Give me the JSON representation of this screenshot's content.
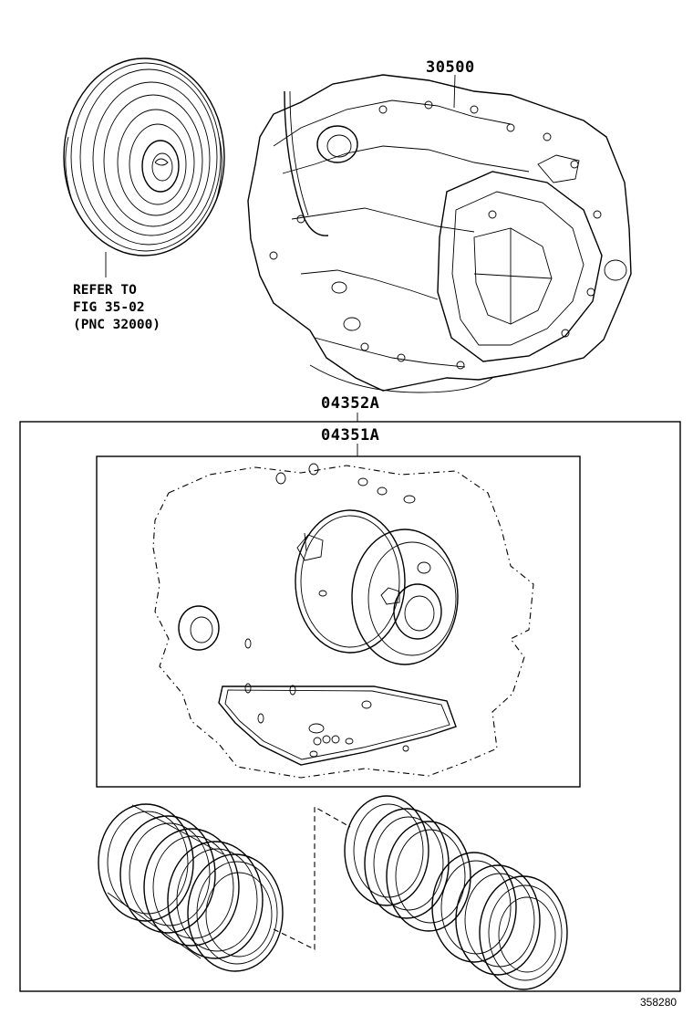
{
  "diagram": {
    "part_numbers": {
      "transaxle": "30500",
      "overhaul_kit": "04352A",
      "gasket_kit": "04351A"
    },
    "reference_note": {
      "line1": "REFER TO",
      "line2": "FIG 35-02",
      "line3": "(PNC 32000)"
    },
    "figure_id": "358280",
    "colors": {
      "line": "#000000",
      "background": "#ffffff"
    }
  }
}
